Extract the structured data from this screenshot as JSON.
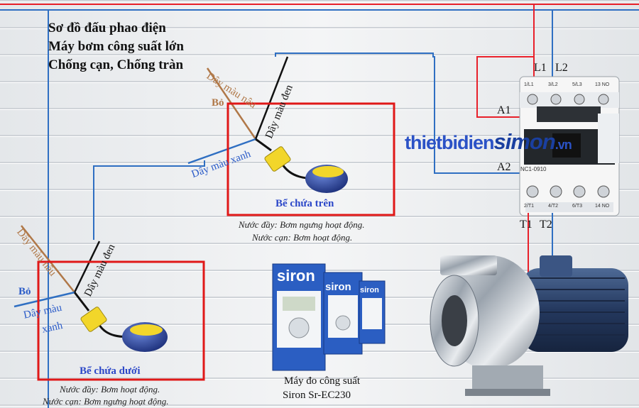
{
  "title": {
    "line1": "Sơ đồ đấu phao điện",
    "line2": "Máy bơm công suất lớn",
    "line3": "Chống cạn, Chống tràn"
  },
  "upper_float": {
    "wire_brown": "Dây màu nâu",
    "wire_black": "Dây màu đen",
    "wire_blue": "Dây màu xanh",
    "cut_label": "Bỏ",
    "tank_label": "Bể chứa trên",
    "note_full": "Nước đầy: Bơm ngưng hoạt động.",
    "note_empty": "Nước cạn: Bơm hoạt động."
  },
  "lower_float": {
    "wire_brown": "Dây màu nâu",
    "wire_black": "Dây màu đen",
    "wire_blue_1": "Dây màu",
    "wire_blue_2": "xanh",
    "cut_label": "Bỏ",
    "tank_label": "Bể chứa dưới",
    "note_full": "Nước đầy: Bơm hoạt động.",
    "note_empty": "Nước cạn: Bơm ngưng hoạt động."
  },
  "contactor": {
    "terminal_l1": "L1",
    "terminal_l2": "L2",
    "terminal_a1": "A1",
    "terminal_a2": "A2",
    "terminal_t1": "T1",
    "terminal_t2": "T2",
    "top_marks": [
      "1/L1",
      "3/L2",
      "5/L3",
      "13 NO"
    ],
    "bottom_marks": [
      "2/T1",
      "4/T2",
      "6/T3",
      "14 NO"
    ],
    "model": "NC1-0910"
  },
  "brand": {
    "part1": "thietbidien",
    "part2": "simon",
    "part3": ".vn"
  },
  "meter": {
    "box_brand": "siron",
    "caption_line1": "Máy đo công suất",
    "caption_line2": "Siron Sr-EC230"
  },
  "colors": {
    "wire_red": "#e8202a",
    "wire_blue": "#2f6fc2",
    "wire_brown": "#b07848",
    "tank_border": "#e01818",
    "float_yellow": "#f2d62a",
    "float_ball": "#2a4aa8"
  }
}
